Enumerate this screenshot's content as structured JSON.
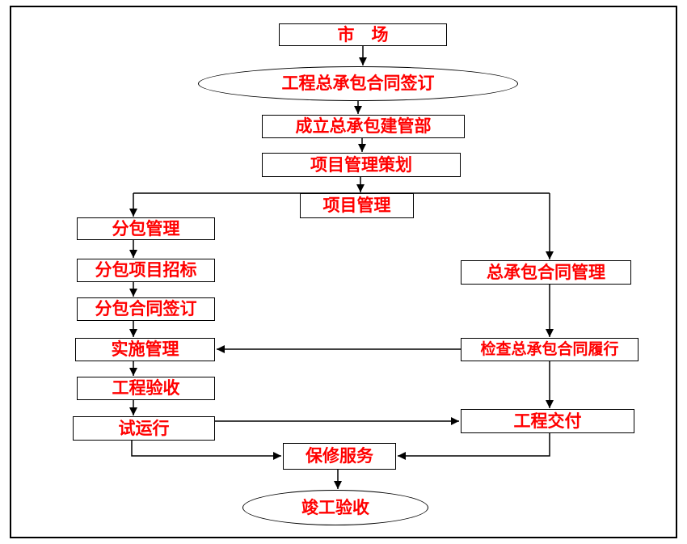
{
  "colors": {
    "text": "#FF0000",
    "border": "#000000",
    "background": "#FFFFFF"
  },
  "nodes": {
    "market": {
      "label": "市　场"
    },
    "contract_signing": {
      "label": "工程总承包合同签订"
    },
    "setup_dept": {
      "label": "成立总承包建管部"
    },
    "pm_planning": {
      "label": "项目管理策划"
    },
    "project_management": {
      "label": "项目管理"
    },
    "subcontract_management": {
      "label": "分包管理"
    },
    "subcontract_bidding": {
      "label": "分包项目招标"
    },
    "subcontract_signing": {
      "label": "分包合同签订"
    },
    "implementation": {
      "label": "实施管理"
    },
    "acceptance": {
      "label": "工程验收"
    },
    "trial_run": {
      "label": "试运行"
    },
    "general_contract_management": {
      "label": "总承包合同管理"
    },
    "check_performance": {
      "label": "检查总承包合同履行"
    },
    "delivery": {
      "label": "工程交付"
    },
    "warranty": {
      "label": "保修服务"
    },
    "completion": {
      "label": "竣工验收"
    }
  }
}
